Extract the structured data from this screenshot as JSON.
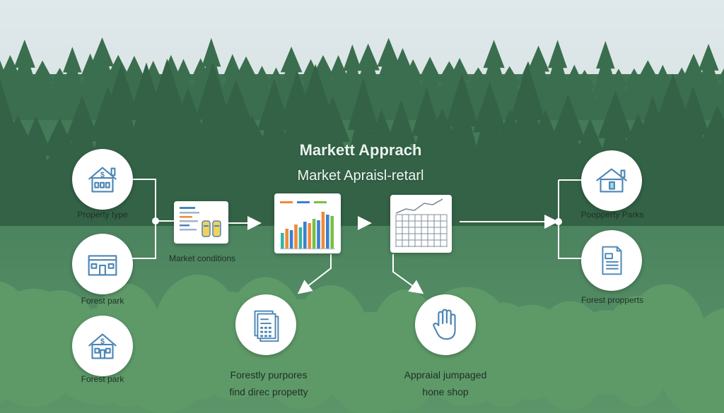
{
  "header": {
    "title": "Markett Apprach",
    "subtitle": "Market Apraisl-retarl"
  },
  "left_nodes": [
    {
      "label": "Property type",
      "icon": "house-dollar-icon"
    },
    {
      "label": "Forest park",
      "icon": "storefront-icon"
    },
    {
      "label": "Forest park",
      "icon": "house-dollar-icon"
    }
  ],
  "center_nodes": {
    "market_conditions": {
      "label": "Market conditions",
      "icon": "dashboard-card-icon"
    },
    "bar_chart_card": {
      "icon": "bar-chart-icon"
    },
    "grid_chart_card": {
      "icon": "line-grid-chart-icon"
    }
  },
  "bottom_nodes": [
    {
      "line1": "Forestly purpores",
      "line2": "find direc propetty",
      "icon": "document-stack-icon"
    },
    {
      "line1": "Appraial jumpaged",
      "line2": "hone shop",
      "icon": "hand-icon"
    }
  ],
  "right_nodes": [
    {
      "label": "Poopperty Parks",
      "icon": "house-icon"
    },
    {
      "label": "Forest propperts",
      "icon": "document-icon"
    }
  ],
  "colors": {
    "icon_blue": "#4b86b5",
    "bar_orange": "#ef8b3a",
    "bar_teal": "#32b6a8",
    "bar_blue": "#3c7fd0",
    "bar_green": "#76c043",
    "sky": "#d7e2e3",
    "forest_dark": "#2f5f44",
    "forest_light": "#5f9a6b"
  }
}
